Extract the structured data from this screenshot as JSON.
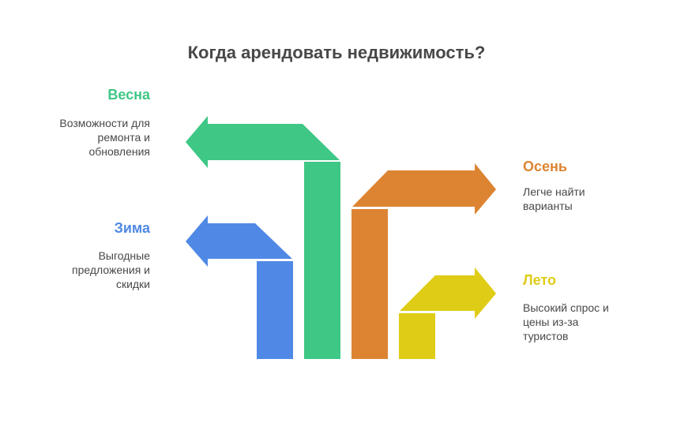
{
  "title": "Когда арендовать недвижимость?",
  "colors": {
    "spring": "#3EC785",
    "winter": "#4F89E5",
    "autumn": "#DD8432",
    "summer": "#DFCC16",
    "text": "#484848"
  },
  "seasons": [
    {
      "label": "Весна",
      "description_lines": [
        "Возможности для",
        "ремонта и",
        "обновления"
      ],
      "side": "left",
      "color": "#3EC785"
    },
    {
      "label": "Зима",
      "description_lines": [
        "Выгодные",
        "предложения и",
        "скидки"
      ],
      "side": "left",
      "color": "#4F89E5"
    },
    {
      "label": "Осень",
      "description_lines": [
        "Легче найти",
        "варианты"
      ],
      "side": "right",
      "color": "#DD8432"
    },
    {
      "label": "Лето",
      "description_lines": [
        "Высокий спрос и",
        "цены из-за",
        "туристов"
      ],
      "side": "right",
      "color": "#DFCC16"
    }
  ]
}
